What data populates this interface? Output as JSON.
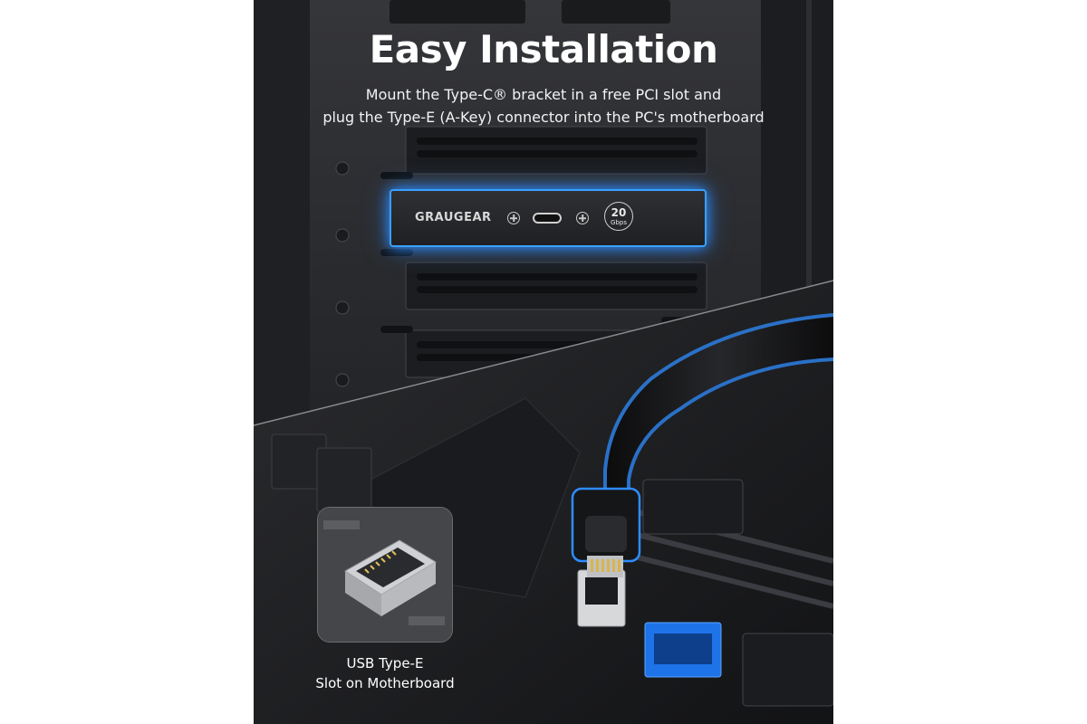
{
  "headline": "Easy Installation",
  "subline_1": "Mount the Type-C® bracket in a free PCI slot and",
  "subline_2": "plug the Type-E (A-Key) connector into the PC's motherboard",
  "bracket": {
    "brand": "GRAUGEAR",
    "speed_value": "20",
    "speed_unit": "Gbps",
    "usbc_icon": "usb-c-port-icon",
    "screw_icon": "screw-icon"
  },
  "inset": {
    "caption_line_1": "USB Type-E",
    "caption_line_2": "Slot on Motherboard"
  },
  "colors": {
    "glow": "#2f8cff",
    "header_blue": "#1e73e8",
    "text": "#ffffff"
  }
}
